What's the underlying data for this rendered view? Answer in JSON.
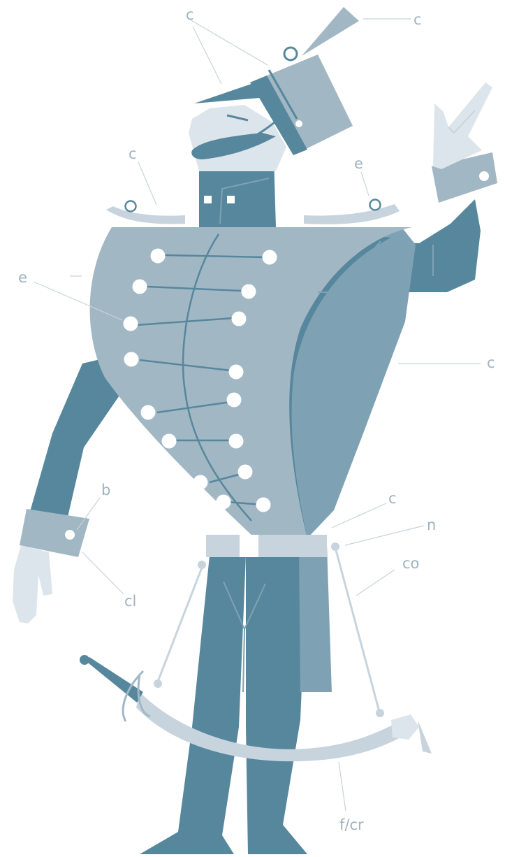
{
  "colors": {
    "dark": "#57879d",
    "mid": "#a1b7c4",
    "light": "#c7d4de",
    "pale": "#dde5ec",
    "teal_mid": "#7ea2b3",
    "white": "#ffffff",
    "label": "#9fb3c0"
  },
  "labels": {
    "plume": "c",
    "hat": "c",
    "epaulette_left": "c",
    "epaulette_right": "e",
    "chest": "e",
    "pelisse": "c",
    "cuff": "b",
    "glove": "cl",
    "belt": "c",
    "belt_ring": "n",
    "strap": "co",
    "saber": "f/cr"
  },
  "icons": [
    "hussar-figure"
  ]
}
